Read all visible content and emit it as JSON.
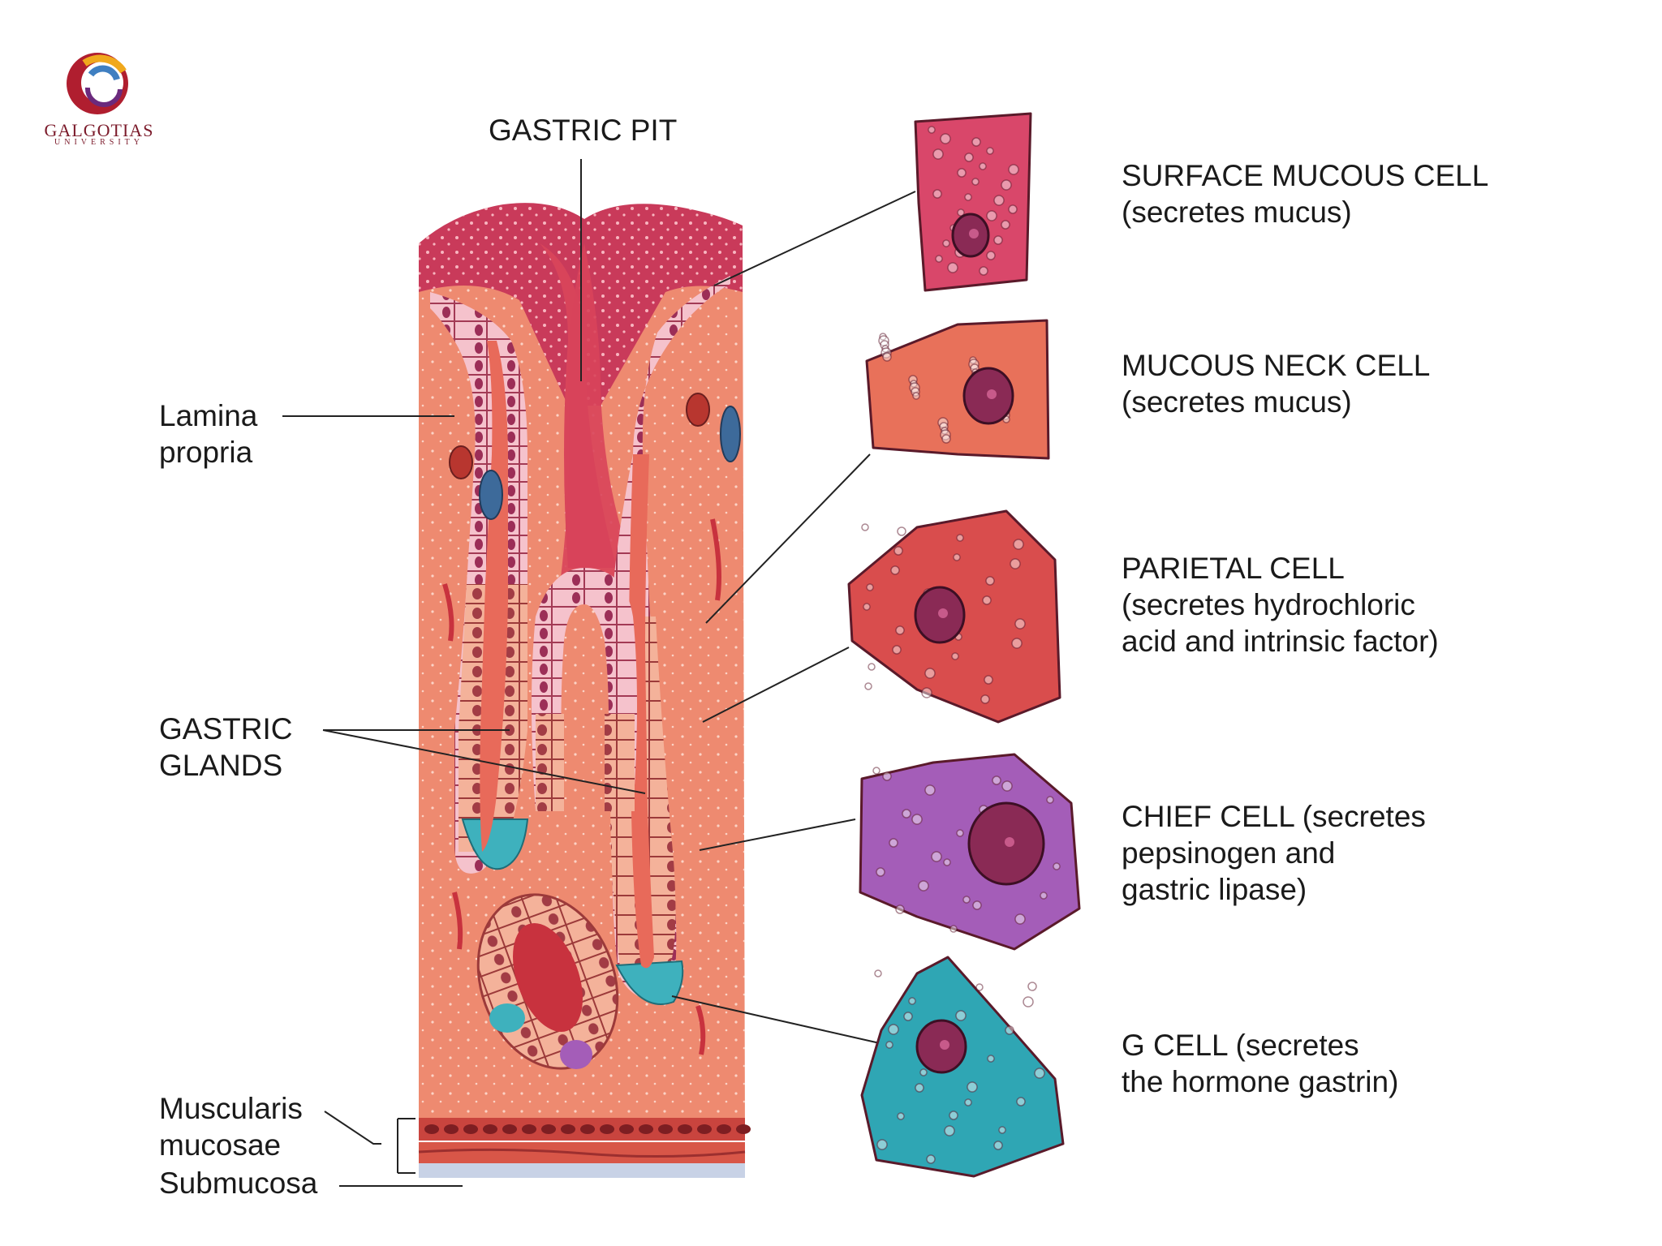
{
  "logo": {
    "name": "GALGOTIAS",
    "sub": "UNIVERSITY"
  },
  "labels": {
    "gastric_pit": "GASTRIC PIT",
    "lamina_propria": [
      "Lamina",
      "propria"
    ],
    "gastric_glands": [
      "GASTRIC",
      "GLANDS"
    ],
    "muscularis_mucosae": [
      "Muscularis",
      "mucosae"
    ],
    "submucosa": "Submucosa"
  },
  "cells": [
    {
      "name": "surface-mucous",
      "lines": [
        "SURFACE MUCOUS CELL",
        "(secretes mucus)"
      ],
      "color": "#d9476a"
    },
    {
      "name": "mucous-neck",
      "lines": [
        "MUCOUS NECK CELL",
        "(secretes mucus)"
      ],
      "color": "#e8715a"
    },
    {
      "name": "parietal",
      "lines": [
        "PARIETAL CELL",
        "(secretes hydrochloric",
        "acid and intrinsic factor)"
      ],
      "color": "#d94d4d"
    },
    {
      "name": "chief",
      "lines": [
        "CHIEF CELL (secretes",
        "pepsinogen and",
        "gastric lipase)"
      ],
      "color": "#a45db8"
    },
    {
      "name": "g",
      "lines": [
        "G CELL (secretes",
        "the hormone gastrin)"
      ],
      "color": "#2fa6b4"
    }
  ],
  "colors": {
    "lamina": "#ee8a70",
    "lamina_dark": "#e06a55",
    "pit": "#d8445a",
    "mucosa_top": "#c93a5a",
    "epithelium_pink": "#f3b3c0",
    "epithelium_orange": "#f1a98e",
    "nucleus": "#8a2a55",
    "muscle": "#c9443e"
  }
}
